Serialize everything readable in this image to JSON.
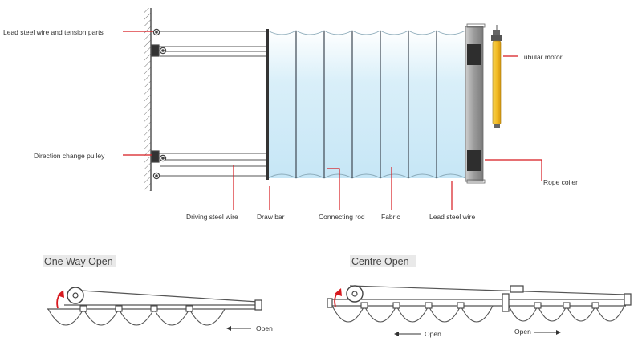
{
  "colors": {
    "leader": "#d7191f",
    "wire": "#555555",
    "glass": "#d6eefa",
    "motor": "#f2c232",
    "frame": "#9e9e9e"
  },
  "diagram": {
    "labels": {
      "lead_steel_wire_tension": "Lead steel wire and tension parts",
      "direction_change_pulley": "Direction change pulley",
      "driving_steel_wire": "Driving steel wire",
      "draw_bar": "Draw bar",
      "connecting_rod": "Connecting rod",
      "fabric": "Fabric",
      "lead_steel_wire": "Lead steel wire",
      "tubular_motor": "Tubular motor",
      "rope_coiler": "Rope coiler"
    }
  },
  "one_way": {
    "title": "One Way Open",
    "arrow_label": "Open"
  },
  "centre": {
    "title": "Centre Open",
    "arrow_left_label": "Open",
    "arrow_right_label": "Open"
  }
}
